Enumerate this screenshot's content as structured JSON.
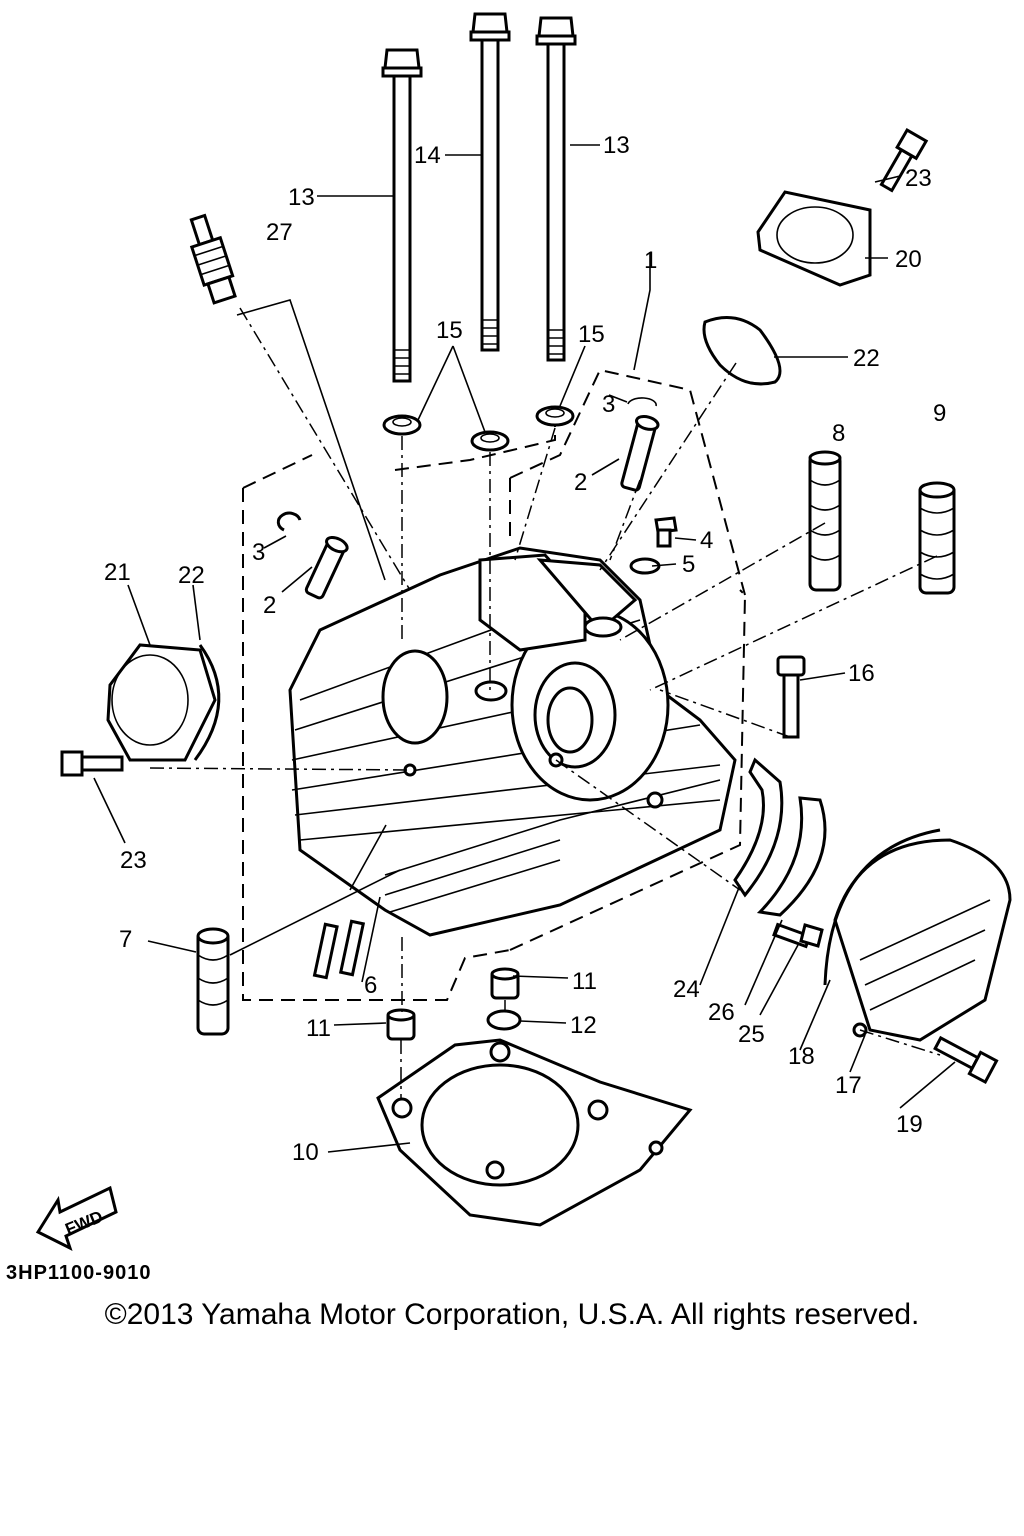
{
  "diagram": {
    "callouts": [
      "1",
      "2",
      "2",
      "3",
      "3",
      "4",
      "5",
      "6",
      "7",
      "8",
      "9",
      "10",
      "11",
      "11",
      "12",
      "13",
      "13",
      "14",
      "15",
      "15",
      "16",
      "17",
      "18",
      "19",
      "20",
      "21",
      "22",
      "22",
      "23",
      "23",
      "24",
      "25",
      "26",
      "27"
    ],
    "part_code": "3HP1100-9010",
    "fwd_label": "FWD",
    "copyright": "©2013 Yamaha Motor Corporation, U.S.A. All rights reserved."
  }
}
